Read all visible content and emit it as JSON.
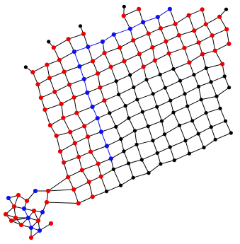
{
  "diagram": {
    "type": "node-link graph (planar mesh)",
    "colors": {
      "background": "#ffffff",
      "edge": "#000000",
      "highlight_edge": "#1010ee",
      "node_black": "#000000",
      "node_red": "#ee0000",
      "node_blue": "#1010ee"
    },
    "node_color_groups": [
      "black",
      "red",
      "blue"
    ],
    "highlighted_path_color": "blue"
  }
}
